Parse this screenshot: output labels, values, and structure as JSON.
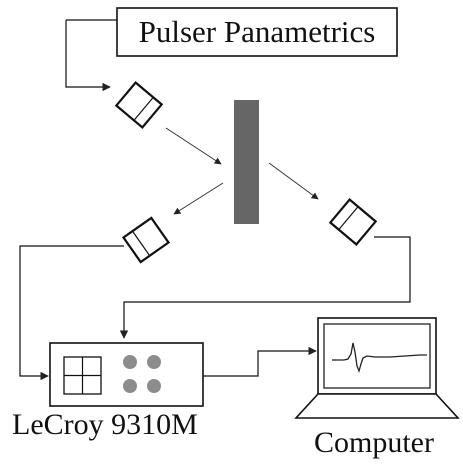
{
  "diagram": {
    "pulser": {
      "label": "Pulser Panametrics"
    },
    "oscilloscope": {
      "label": "LeCroy 9310M"
    },
    "computer": {
      "label": "Computer"
    }
  },
  "colors": {
    "line": "#111111",
    "arrow": "#333333",
    "sample": "#666666",
    "knob": "#8c8c8c",
    "background": "#ffffff"
  },
  "icons": [
    "ultrasonic-transducer-icon",
    "oscilloscope-knob-icon",
    "laptop-icon",
    "waveform-icon"
  ]
}
